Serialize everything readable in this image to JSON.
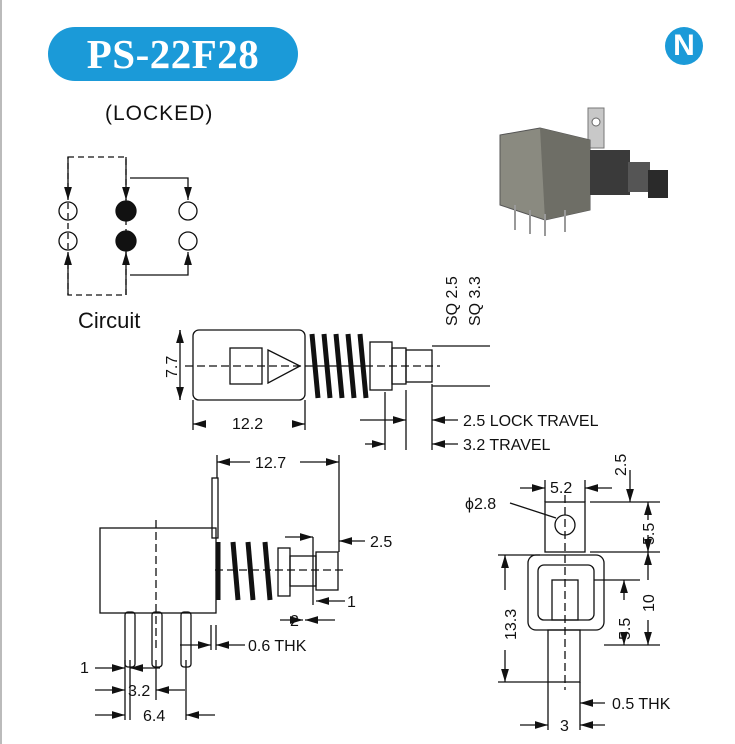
{
  "header": {
    "title": "PS-22F28",
    "logo_letter": "N",
    "subtitle": "(LOCKED)"
  },
  "circuit": {
    "label": "Circuit"
  },
  "side_view": {
    "sq1": "SQ 2.5",
    "sq2": "SQ 3.3",
    "height": "7.7",
    "length": "12.2",
    "lock_travel": "2.5 LOCK TRAVEL",
    "travel": "3.2 TRAVEL"
  },
  "front_view": {
    "length": "12.7",
    "button": "2.5",
    "d1": "1",
    "d2": "2",
    "thk": "0.6 THK",
    "pin_w": "1",
    "pitch": "3.2",
    "span": "6.4"
  },
  "end_view": {
    "width": "5.2",
    "top": "2.5",
    "hole": "ϕ2.8",
    "upper": "5.5",
    "height": "13.3",
    "mid": "10",
    "lower": "5.5",
    "thk": "0.5 THK",
    "pin": "3"
  }
}
